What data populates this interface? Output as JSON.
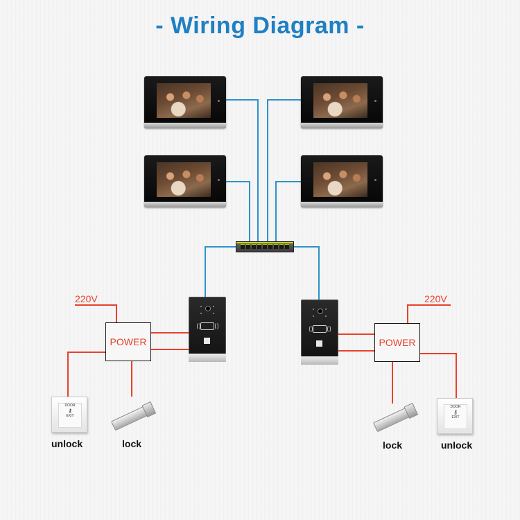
{
  "title": "- Wiring Diagram -",
  "colors": {
    "title": "#1f7fc4",
    "network_wire": "#2b93c9",
    "power_wire": "#e8402c",
    "background": "#f4f4f4"
  },
  "left_side": {
    "voltage": "220V",
    "power_label": "POWER",
    "unlock_label": "unlock",
    "lock_label": "lock"
  },
  "right_side": {
    "voltage": "220V",
    "power_label": "POWER",
    "unlock_label": "unlock",
    "lock_label": "lock"
  },
  "exit_button": {
    "line1": "DOOR",
    "line2": "EXIT",
    "icon": "key-icon"
  },
  "icons": {
    "monitors": "indoor-monitor-icon",
    "switch": "poe-switch-icon",
    "panels": "door-panel-icon",
    "lock": "magnetic-lock-icon"
  }
}
